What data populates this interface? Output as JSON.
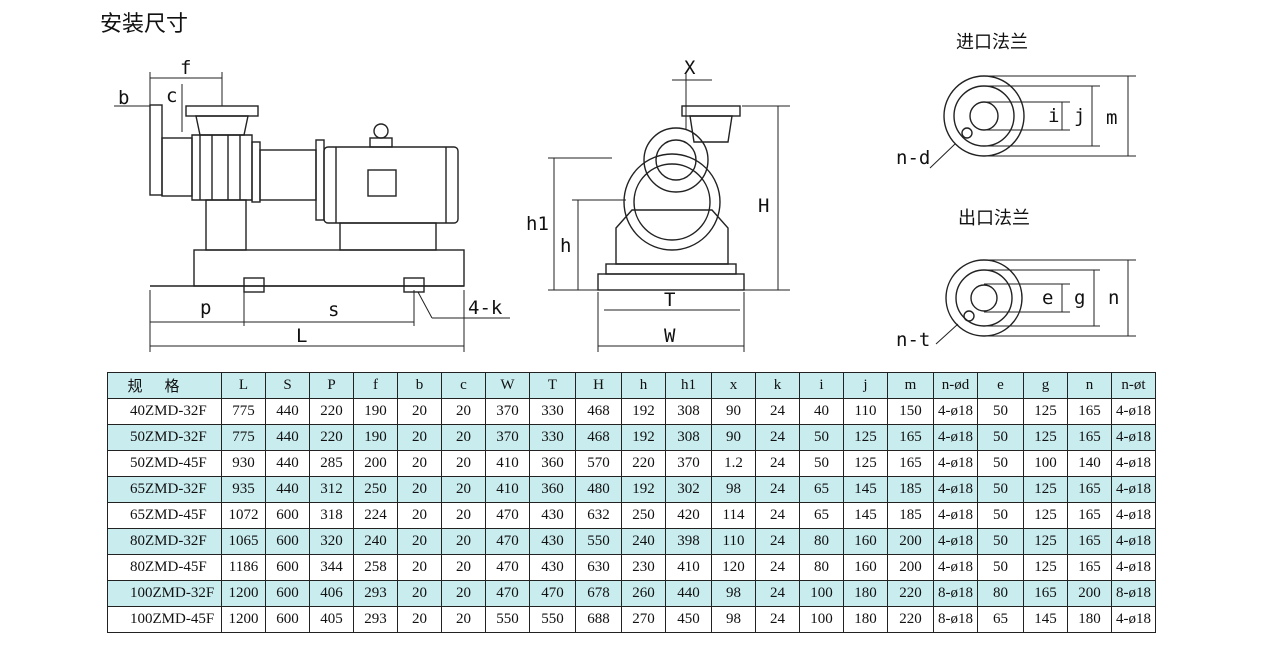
{
  "title": "安装尺寸",
  "captions": {
    "inlet_flange": "进口法兰",
    "outlet_flange": "出口法兰"
  },
  "dim_labels": {
    "f": "f",
    "b": "b",
    "c": "c",
    "p": "p",
    "s": "s",
    "k": "4-k",
    "L": "L",
    "X": "X",
    "h1": "h1",
    "h": "h",
    "H": "H",
    "T": "T",
    "W": "W",
    "i": "i",
    "j": "j",
    "m": "m",
    "nd": "n-d",
    "e": "e",
    "g": "g",
    "n": "n",
    "nt": "n-t"
  },
  "table": {
    "headers": [
      "规格",
      "L",
      "S",
      "P",
      "f",
      "b",
      "c",
      "W",
      "T",
      "H",
      "h",
      "h1",
      "x",
      "k",
      "i",
      "j",
      "m",
      "n-ød",
      "e",
      "g",
      "n",
      "n-øt"
    ],
    "rows": [
      [
        "40ZMD-32F",
        "775",
        "440",
        "220",
        "190",
        "20",
        "20",
        "370",
        "330",
        "468",
        "192",
        "308",
        "90",
        "24",
        "40",
        "110",
        "150",
        "4-ø18",
        "50",
        "125",
        "165",
        "4-ø18"
      ],
      [
        "50ZMD-32F",
        "775",
        "440",
        "220",
        "190",
        "20",
        "20",
        "370",
        "330",
        "468",
        "192",
        "308",
        "90",
        "24",
        "50",
        "125",
        "165",
        "4-ø18",
        "50",
        "125",
        "165",
        "4-ø18"
      ],
      [
        "50ZMD-45F",
        "930",
        "440",
        "285",
        "200",
        "20",
        "20",
        "410",
        "360",
        "570",
        "220",
        "370",
        "1.2",
        "24",
        "50",
        "125",
        "165",
        "4-ø18",
        "50",
        "100",
        "140",
        "4-ø18"
      ],
      [
        "65ZMD-32F",
        "935",
        "440",
        "312",
        "250",
        "20",
        "20",
        "410",
        "360",
        "480",
        "192",
        "302",
        "98",
        "24",
        "65",
        "145",
        "185",
        "4-ø18",
        "50",
        "125",
        "165",
        "4-ø18"
      ],
      [
        "65ZMD-45F",
        "1072",
        "600",
        "318",
        "224",
        "20",
        "20",
        "470",
        "430",
        "632",
        "250",
        "420",
        "114",
        "24",
        "65",
        "145",
        "185",
        "4-ø18",
        "50",
        "125",
        "165",
        "4-ø18"
      ],
      [
        "80ZMD-32F",
        "1065",
        "600",
        "320",
        "240",
        "20",
        "20",
        "470",
        "430",
        "550",
        "240",
        "398",
        "110",
        "24",
        "80",
        "160",
        "200",
        "4-ø18",
        "50",
        "125",
        "165",
        "4-ø18"
      ],
      [
        "80ZMD-45F",
        "1186",
        "600",
        "344",
        "258",
        "20",
        "20",
        "470",
        "430",
        "630",
        "230",
        "410",
        "120",
        "24",
        "80",
        "160",
        "200",
        "4-ø18",
        "50",
        "125",
        "165",
        "4-ø18"
      ],
      [
        "100ZMD-32F",
        "1200",
        "600",
        "406",
        "293",
        "20",
        "20",
        "470",
        "470",
        "678",
        "260",
        "440",
        "98",
        "24",
        "100",
        "180",
        "220",
        "8-ø18",
        "80",
        "165",
        "200",
        "8-ø18"
      ],
      [
        "100ZMD-45F",
        "1200",
        "600",
        "405",
        "293",
        "20",
        "20",
        "550",
        "550",
        "688",
        "270",
        "450",
        "98",
        "24",
        "100",
        "180",
        "220",
        "8-ø18",
        "65",
        "145",
        "180",
        "4-ø18"
      ]
    ]
  },
  "colors": {
    "row_highlight": "#c9ecee",
    "line": "#222222"
  }
}
